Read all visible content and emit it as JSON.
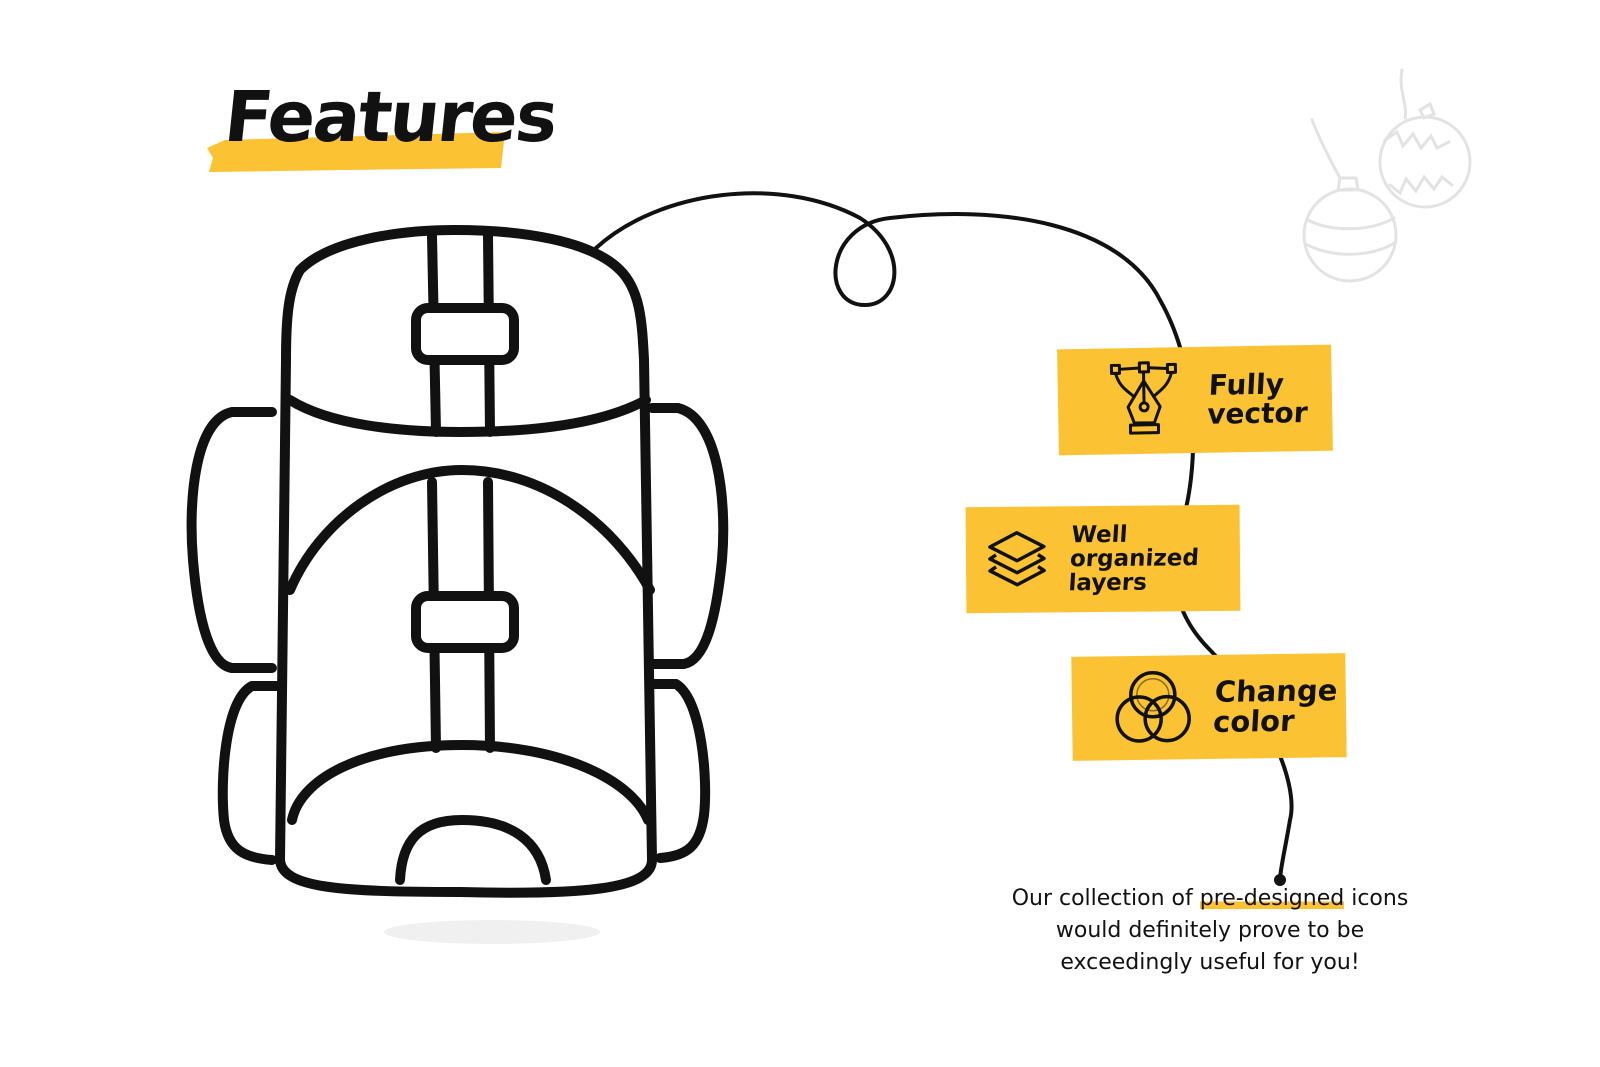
{
  "title": "Features",
  "features": [
    {
      "label": "Fully\nvector",
      "icon": "pen-tool-icon"
    },
    {
      "label": "Well organized\nlayers",
      "icon": "layers-icon"
    },
    {
      "label": "Change\ncolor",
      "icon": "color-circles-icon"
    }
  ],
  "description": {
    "before": "Our collection of ",
    "highlight": "pre-designed",
    "after": " icons would definitely prove to be exceedingly useful for you!"
  },
  "illustration": "backpack-icon",
  "decoration": "christmas-ornaments-icon",
  "colors": {
    "accent": "#fbc234",
    "ink": "#111111",
    "background": "#ffffff",
    "faint": "#e6e6e6"
  }
}
